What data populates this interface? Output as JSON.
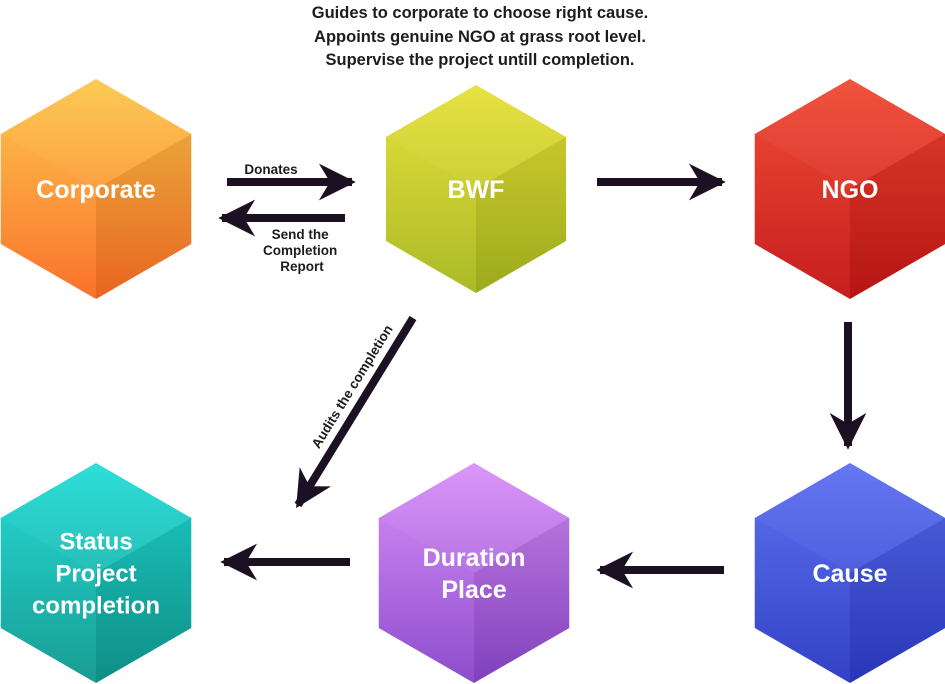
{
  "intro": {
    "lines": [
      "Guides to corporate to choose right cause.",
      "Appoints genuine NGO at grass root level.",
      "Supervise the project untill completion."
    ]
  },
  "nodes": {
    "corporate": {
      "lines": [
        "Corporate"
      ],
      "color_top": "#fcc748",
      "color_bottom": "#fb6d24"
    },
    "bwf": {
      "lines": [
        "BWF"
      ],
      "color_top": "#e6e034",
      "color_bottom": "#a9b820"
    },
    "ngo": {
      "lines": [
        "NGO"
      ],
      "color_top": "#f0462f",
      "color_bottom": "#c51616"
    },
    "cause": {
      "lines": [
        "Cause"
      ],
      "color_top": "#5a6df2",
      "color_bottom": "#2b3bc4"
    },
    "duration": {
      "lines": [
        "Duration",
        "Place"
      ],
      "color_top": "#d88ef8",
      "color_bottom": "#8a46cc"
    },
    "status": {
      "lines": [
        "Status",
        "Project",
        "completion"
      ],
      "color_top": "#1ddcd6",
      "color_bottom": "#11998f"
    }
  },
  "edges": {
    "donates": {
      "lines": [
        "Donates"
      ]
    },
    "report": {
      "lines": [
        "Send the",
        "Completion",
        "Report"
      ]
    },
    "audits": {
      "lines": [
        "Audits the completion"
      ]
    }
  },
  "arrow_color": "#1c1122"
}
